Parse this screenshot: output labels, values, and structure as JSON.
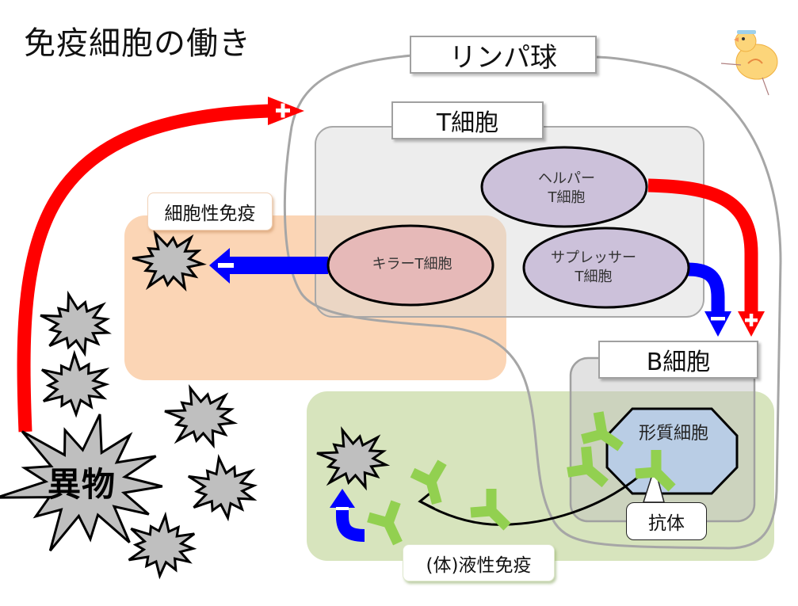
{
  "title": "免疫細胞の働き",
  "groups": {
    "lymphocyte": "リンパ球",
    "t_cell": "T細胞",
    "b_cell": "B細胞"
  },
  "cells": {
    "helper_t": [
      "ヘルパー",
      "T細胞"
    ],
    "suppressor_t": [
      "サプレッサー",
      "T細胞"
    ],
    "killer_t": "キラーT細胞",
    "plasma": "形質細胞"
  },
  "immunity": {
    "cellular": "細胞性免疫",
    "humoral": "(体)液性免疫"
  },
  "callout": {
    "antibody": "抗体"
  },
  "foreign_body": "異物",
  "signs": {
    "plus": "+",
    "minus": "−"
  },
  "colors": {
    "stimulate_arrow": "#ff0000",
    "suppress_arrow": "#0000ff",
    "cellular_region": "#fbd5b5",
    "humoral_region": "#d7e4bd",
    "t_cell_region": "#ececec",
    "helper_fill": "#ccc1da",
    "killer_fill": "#e6b9b8",
    "plasma_fill": "#b9cde5",
    "antibody": "#92d050",
    "pathogen": "#bfbfbf"
  }
}
